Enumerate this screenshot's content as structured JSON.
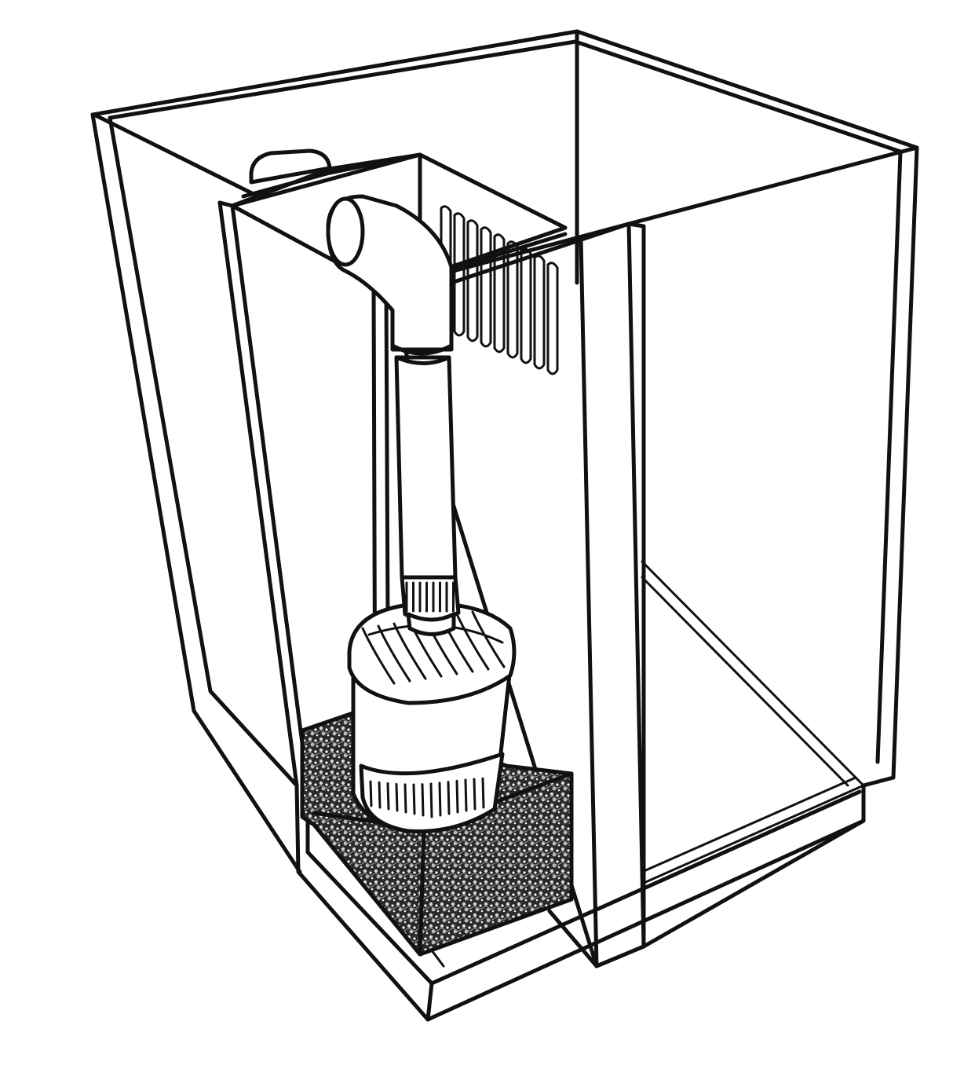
{
  "figure": {
    "line_color": "#111111",
    "background_color": "#ffffff",
    "sponge_dark_color": "#2a2a2a",
    "sponge_light_color": "#d9d9d9"
  },
  "parts": [
    {
      "id": "tank",
      "icon": "tank-outline"
    },
    {
      "id": "overflow-box",
      "icon": "overflow-box"
    },
    {
      "id": "intake-slots",
      "icon": "comb-slots",
      "count": 9
    },
    {
      "id": "return-pipe",
      "icon": "vertical-pipe"
    },
    {
      "id": "pump",
      "icon": "submersible-pump"
    },
    {
      "id": "sponge-block",
      "icon": "filter-sponge"
    },
    {
      "id": "baffle",
      "icon": "divider-panel"
    }
  ]
}
